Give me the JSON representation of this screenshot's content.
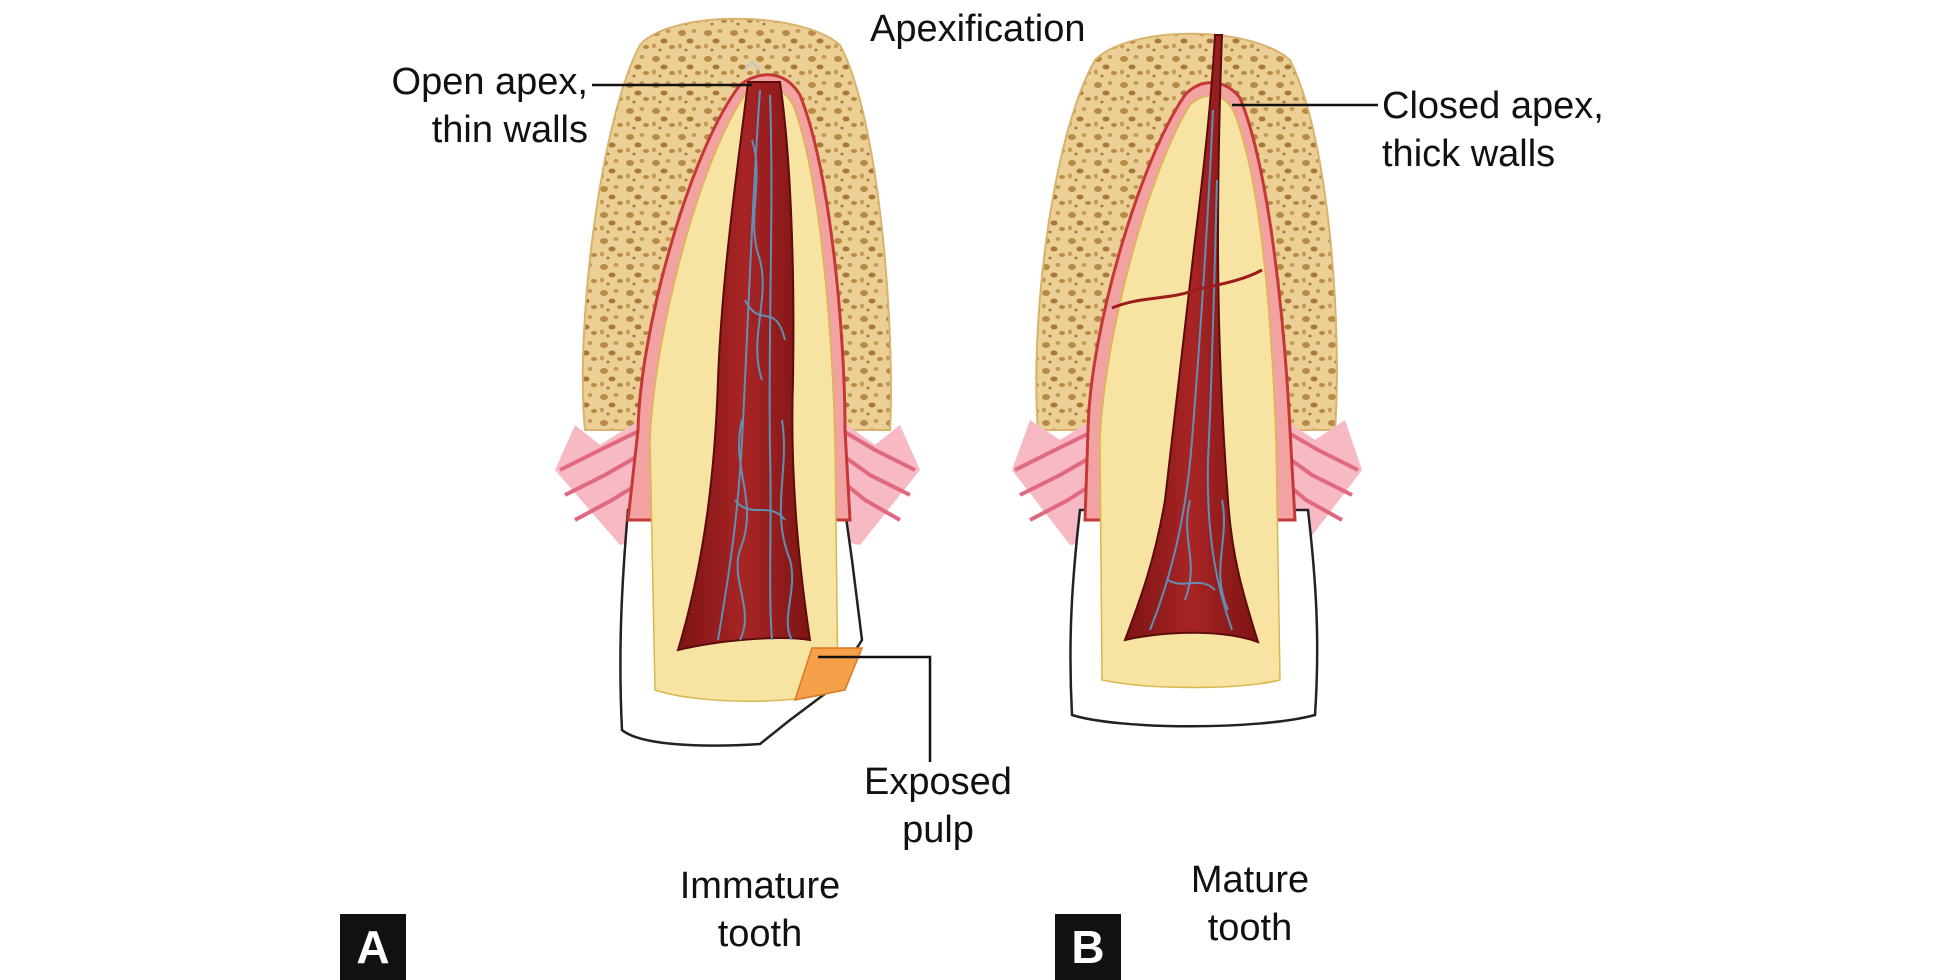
{
  "title": "Apexification",
  "labels": {
    "open_apex": [
      "Open apex,",
      "thin walls"
    ],
    "closed_apex": [
      "Closed apex,",
      "thick walls"
    ],
    "exposed_pulp": [
      "Exposed",
      "pulp"
    ],
    "immature_tooth": [
      "Immature",
      "tooth"
    ],
    "mature_tooth": [
      "Mature",
      "tooth"
    ]
  },
  "panels": {
    "a": "A",
    "b": "B"
  },
  "colors": {
    "bone": "#e9c98a",
    "bone_spot": "#b98a45",
    "gingiva": "#f3a6b4",
    "gingiva_dark": "#e0687f",
    "dentin": "#f7e39c",
    "pulp": "#9b1c1c",
    "pulp_dark": "#6e0f0f",
    "vessel": "#4f93b8",
    "enamel": "#ffffff",
    "exposure": "#f6a04a",
    "outline": "#222222"
  }
}
